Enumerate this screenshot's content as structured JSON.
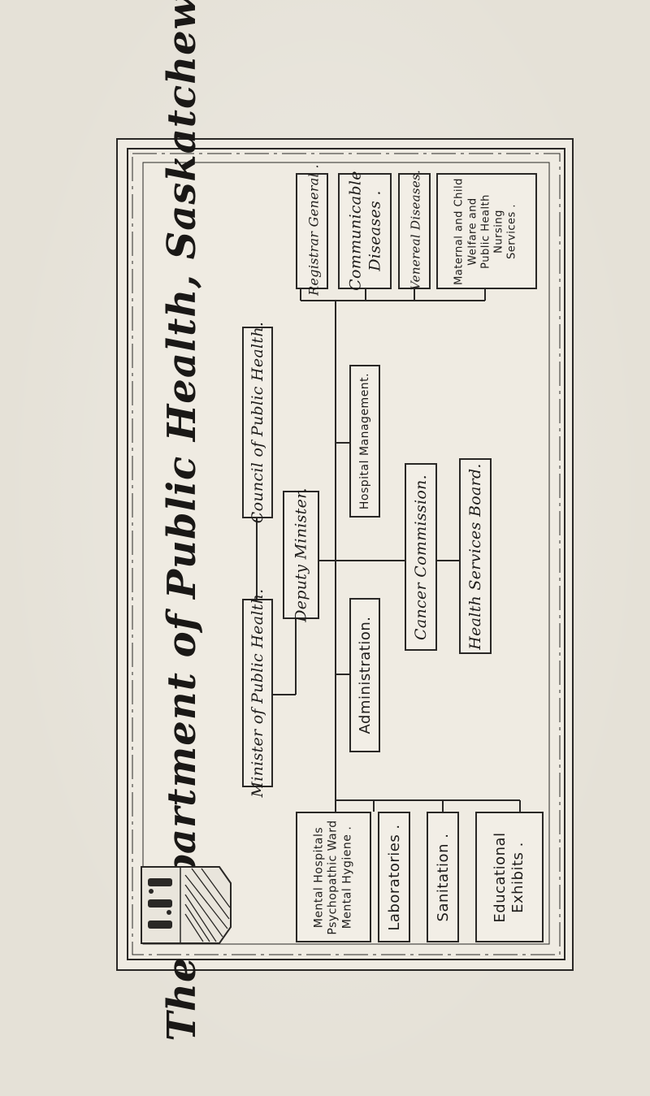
{
  "title": "The Department of Public Health, Saskatchewan.",
  "chart": {
    "minister": "Minister of Public Health.",
    "council": "Council of Public Health.",
    "deputy_minister": "Deputy Minister.",
    "administration": "Administration.",
    "hospital_management": "Hospital Management.",
    "cancer_commission": "Cancer Commission.",
    "health_services_board": "Health Services Board.",
    "registrar_general": "Registrar General .",
    "communicable_diseases": [
      "Communicable",
      "Diseases ."
    ],
    "venereal_diseases": "Venereal Diseases.",
    "maternal_child": [
      "Maternal and Child",
      "Welfare and",
      "Public Health Nursing",
      "Services ."
    ],
    "mental_hospitals": [
      "Mental Hospitals",
      "Psychopathic Ward",
      "Mental Hygiene ."
    ],
    "laboratories": "Laboratories .",
    "sanitation": "Sanitation .",
    "educational_exhibits": [
      "Educational",
      "Exhibits ."
    ]
  },
  "colors": {
    "ink": "#1e1c1a",
    "paper": "#efebe2",
    "background": "#e5e1d7"
  },
  "icons": {
    "crest": "provincial-crest-icon"
  }
}
